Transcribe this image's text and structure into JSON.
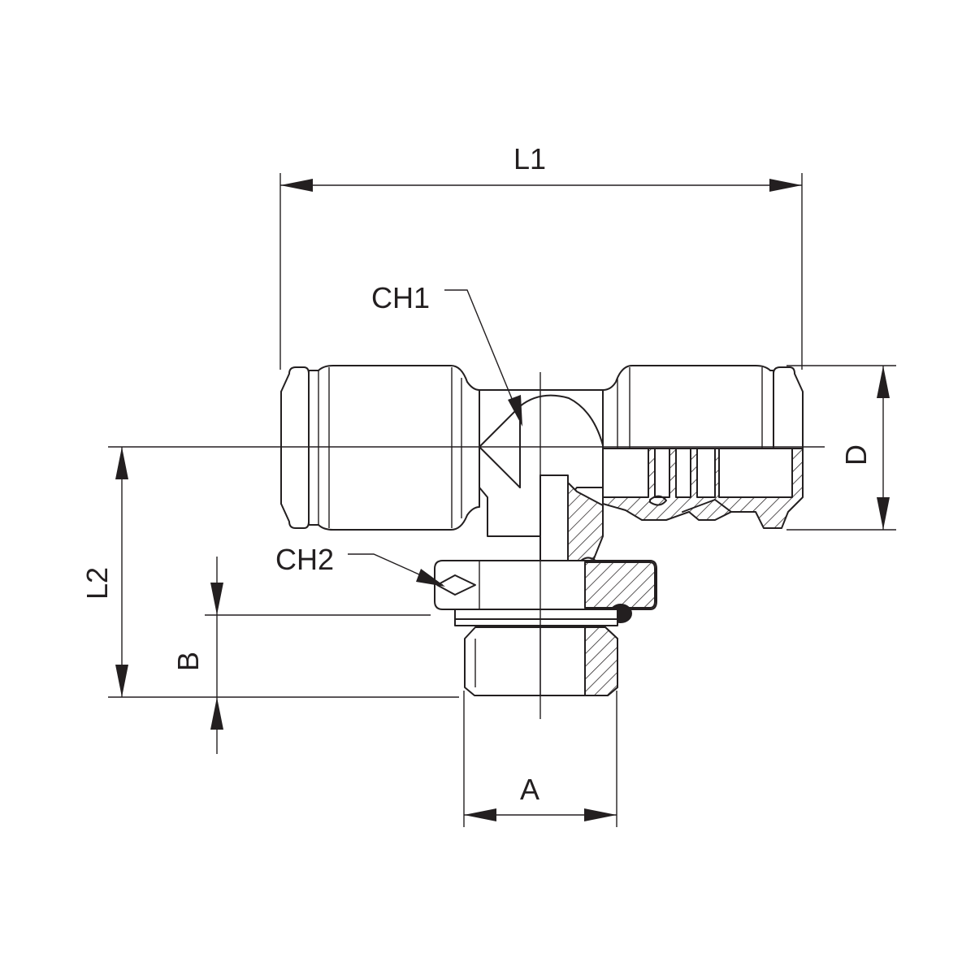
{
  "labels": {
    "l1": "L1",
    "l2": "L2",
    "ch1": "CH1",
    "ch2": "CH2",
    "d": "D",
    "a": "A",
    "b": "B"
  }
}
